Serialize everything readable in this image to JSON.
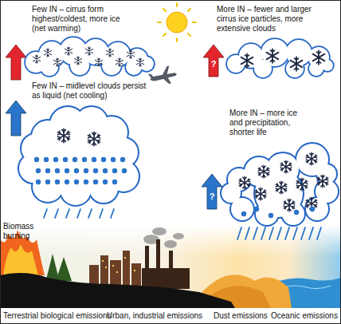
{
  "diagram": {
    "labels": [
      "Few IN – cirrus form highest/coldest, more ice (net warming)",
      "More IN – fewer and larger cirrus ice particles, more extensive clouds",
      "?",
      "Few IN – midlevel clouds persist as liquid (net cooling)",
      "More IN – more ice and precipitation, shorter life",
      "?",
      "Biomass burning",
      "Terrestrial biological emissions",
      "Urban, industrial emissions",
      "Dust emissions",
      "Oceanic emissions"
    ]
  }
}
